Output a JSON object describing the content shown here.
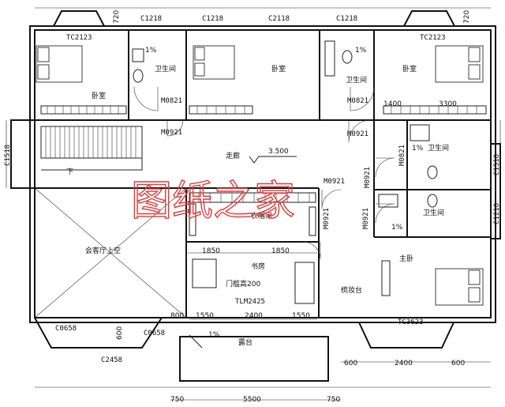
{
  "title": "",
  "watermark": "图纸之家",
  "rooms": {
    "bedroom_left": "卧室",
    "bedroom_right": "卧室",
    "bedroom_center": "卧室",
    "bath_left": "卫生间",
    "bath_center": "卫生间",
    "bath_right_upper": "卫生间",
    "bath_right_lower": "卫生间",
    "corridor": "走廊",
    "cloakroom": "衣帽间",
    "living_void": "会客厅上空",
    "study": "书房",
    "master_bedroom": "主卧",
    "vanity": "梳妆台",
    "terrace": "露台",
    "stair_down": "下"
  },
  "window_codes": {
    "tc2123_left": "TC2123",
    "tc2123_right": "TC2123",
    "c1218_a": "C1218",
    "c1218_b": "C1218",
    "c1218_c": "C1218",
    "c2118": "C2118",
    "c1518_left": "C1518",
    "c1518_right": "C1518",
    "c1218_right": "C1218",
    "c0658_a": "C0658",
    "c0658_b": "C0658",
    "c2458": "C2458",
    "tc3623": "TC3623",
    "tlm2425": "TLM2425"
  },
  "door_codes": {
    "m0821_left": "M0821",
    "m0821_center": "M0821",
    "m0921_left": "M0921",
    "m0921_center": "M0921",
    "m0821_right": "M0821",
    "m0921_right_a": "M0921",
    "m0921_right_b": "M0921",
    "m0921_right_c": "M0921",
    "m0921_right_d": "M0921"
  },
  "annotations": {
    "elevation": "3.500",
    "slope_1": "1%",
    "slope_2": "1%",
    "slope_3": "1%",
    "slope_4": "1%",
    "slope_5": "1%",
    "door_opening": "门槛高200"
  },
  "dimensions": {
    "top_720_left": "720",
    "top_720_right": "720",
    "right_1400": "1400",
    "right_3300": "3300",
    "study_1850_a": "1850",
    "study_1850_b": "1850",
    "bot_800": "800",
    "bot_1550_a": "1550",
    "bot_2400": "2400",
    "bot_1550_b": "1550",
    "bot_600_left": "600",
    "bot_600_a": "600",
    "bot_2400_right": "2400",
    "bot_600_b": "600",
    "bottom_750_a": "750",
    "bottom_5500": "5500",
    "bottom_750_b": "750"
  }
}
